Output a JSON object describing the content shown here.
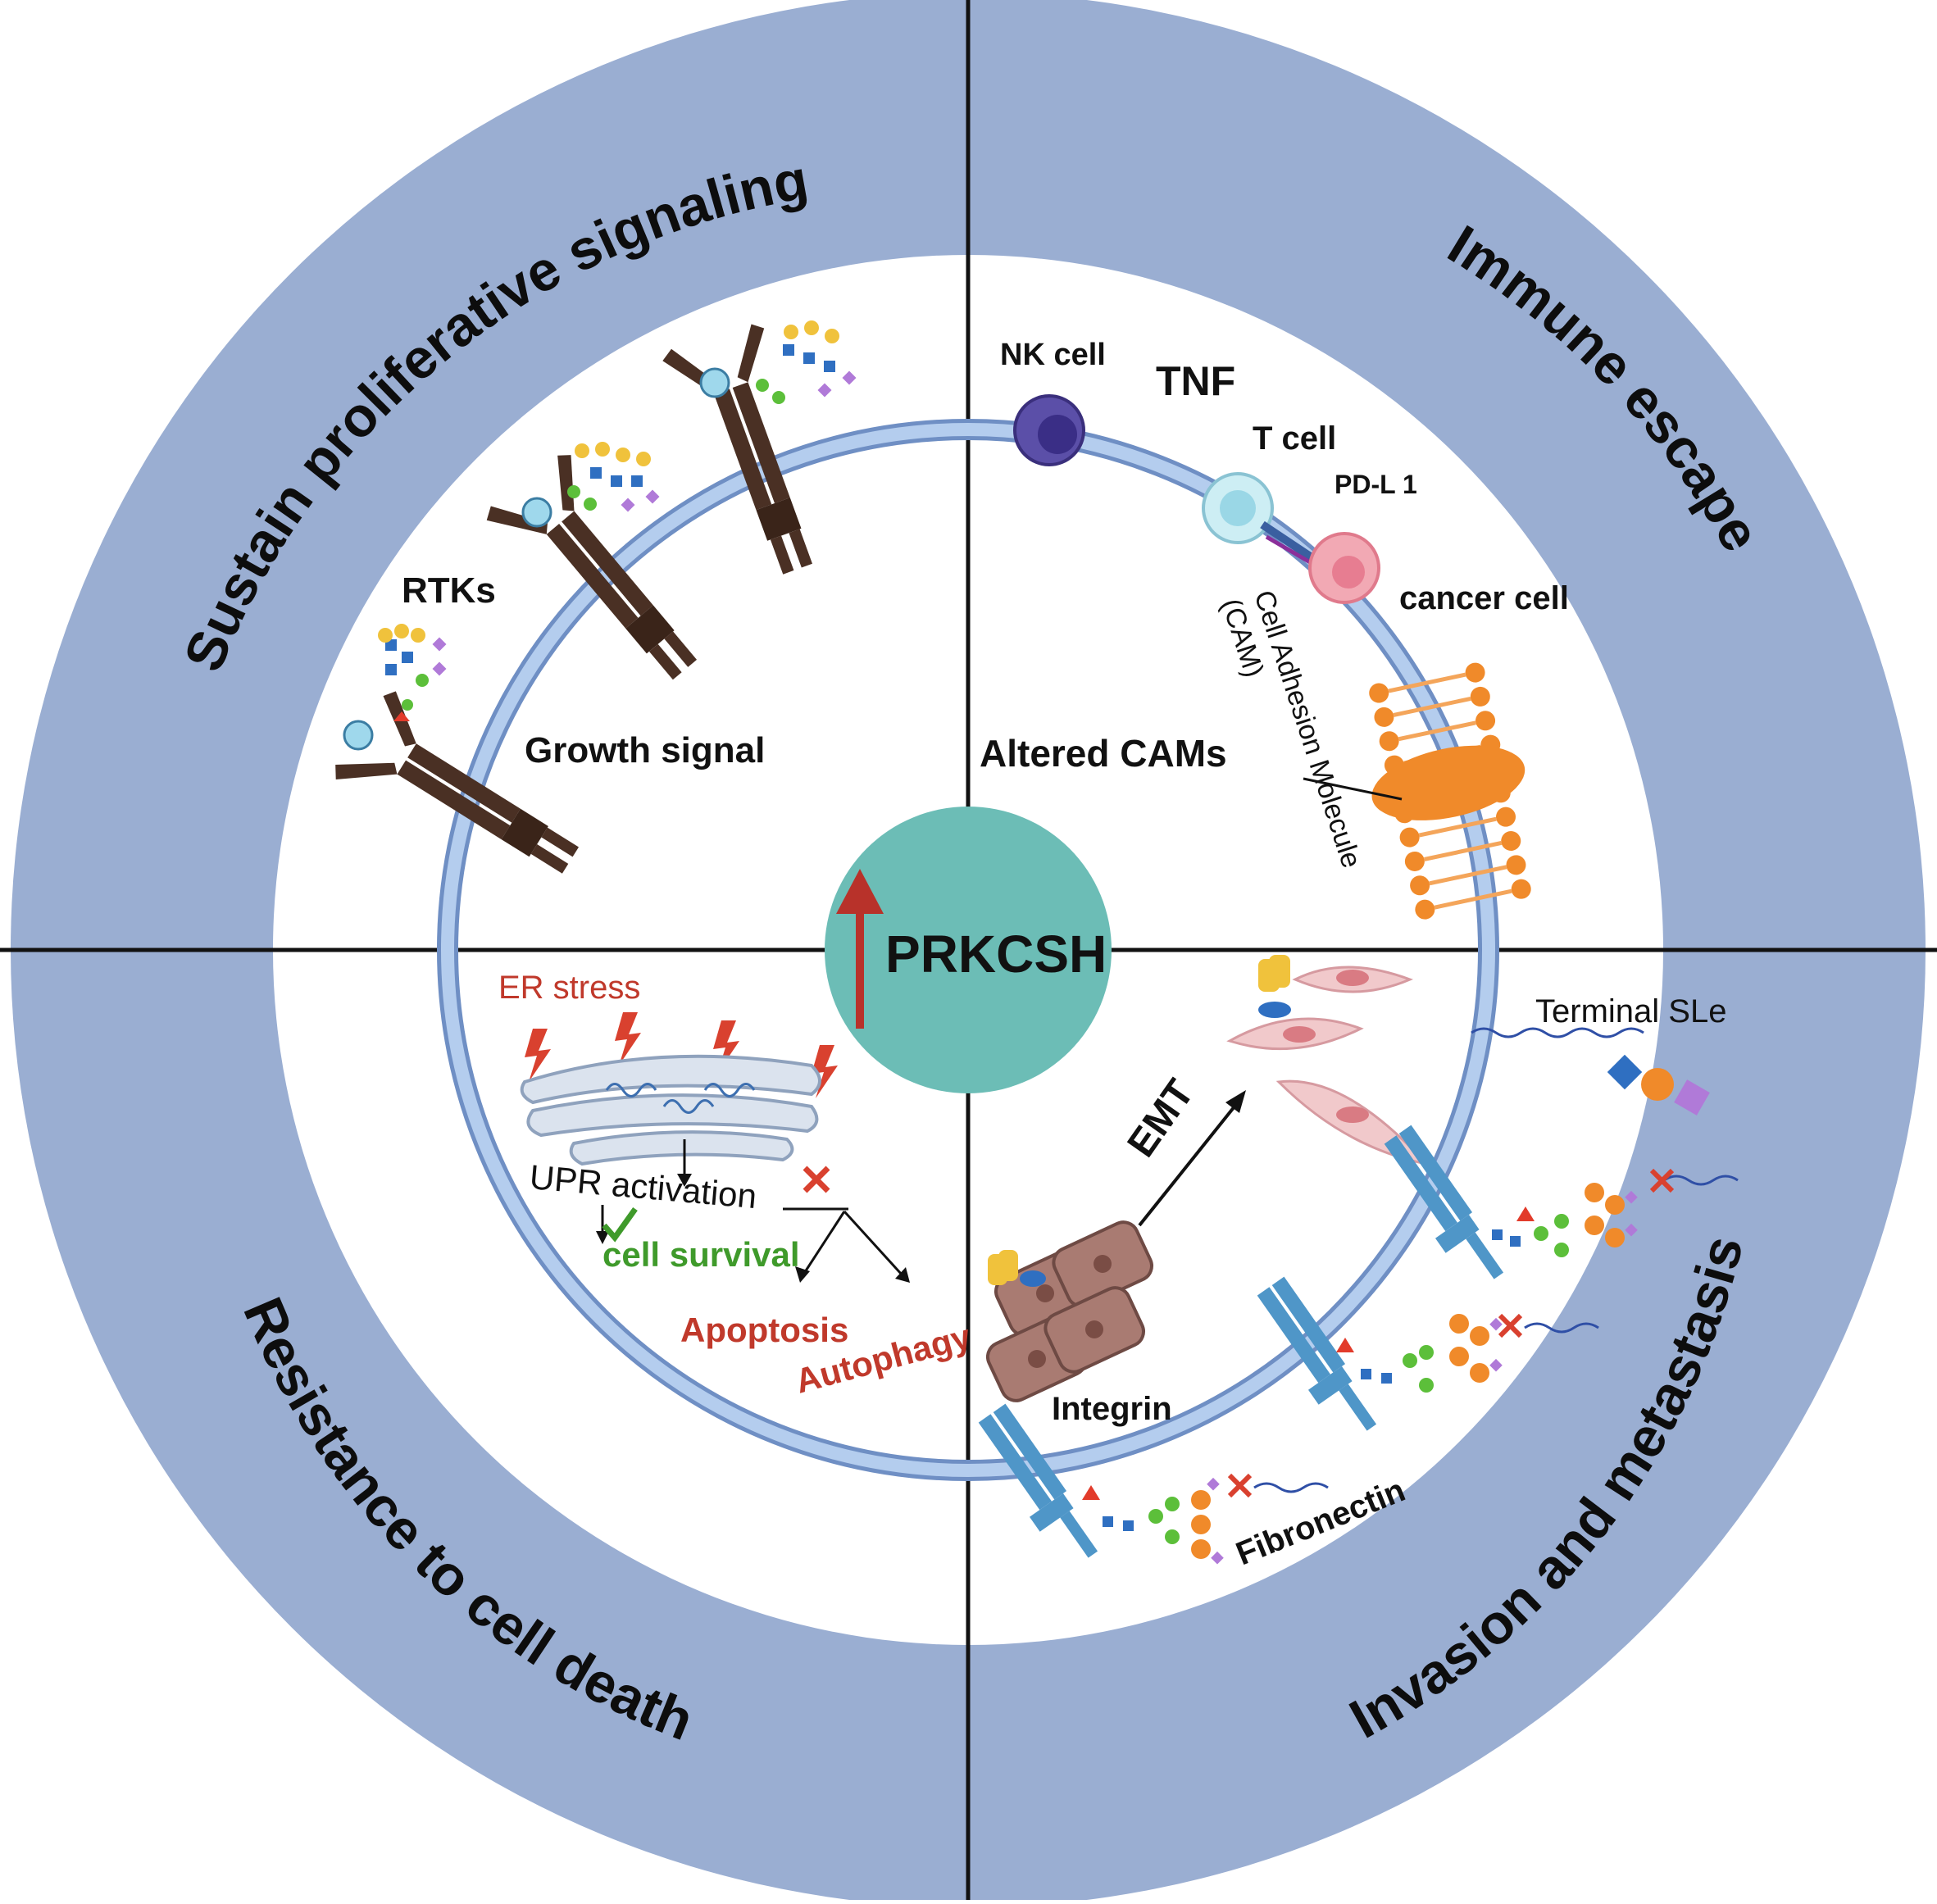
{
  "colors": {
    "outer_ring": "#9aaed2",
    "membrane": "#a9c4ea",
    "membrane_edge": "#6f8fc4",
    "center": "#6cbdb6",
    "arrow_red": "#b8322a",
    "text_red": "#c0392b",
    "text_green": "#3f9a2b",
    "receptor_brown": "#4a3024",
    "cam_orange": "#f08a2a",
    "integrin_blue": "#4f96c8"
  },
  "center": {
    "label": "PRKCSH"
  },
  "sectors": {
    "top_left": {
      "title": "Sustain proliferative signaling",
      "labels": {
        "rtks": "RTKs",
        "growth_signal": "Growth signal"
      }
    },
    "top_right": {
      "title": "Immune escape",
      "labels": {
        "nk_cell": "NK cell",
        "tnf": "TNF",
        "t_cell": "T cell",
        "pdl1": "PD-L 1",
        "cancer_cell": "cancer cell",
        "cam_line1": "Cell Adhesion Molecule",
        "cam_line2": "(CAM)",
        "altered_cams": "Altered CAMs"
      }
    },
    "bottom_left": {
      "title": "Resistance to cell death",
      "labels": {
        "er_stress": "ER stress",
        "upr_activation": "UPR activation",
        "cell_survival": "cell survival",
        "apoptosis": "Apoptosis",
        "autophagy": "Autophagy"
      }
    },
    "bottom_right": {
      "title": "Invasion and metastasis",
      "labels": {
        "terminal_sle": "Terminal SLe",
        "emt": "EMT",
        "integrin": "Integrin",
        "fibronectin": "Fibronectin"
      }
    }
  }
}
